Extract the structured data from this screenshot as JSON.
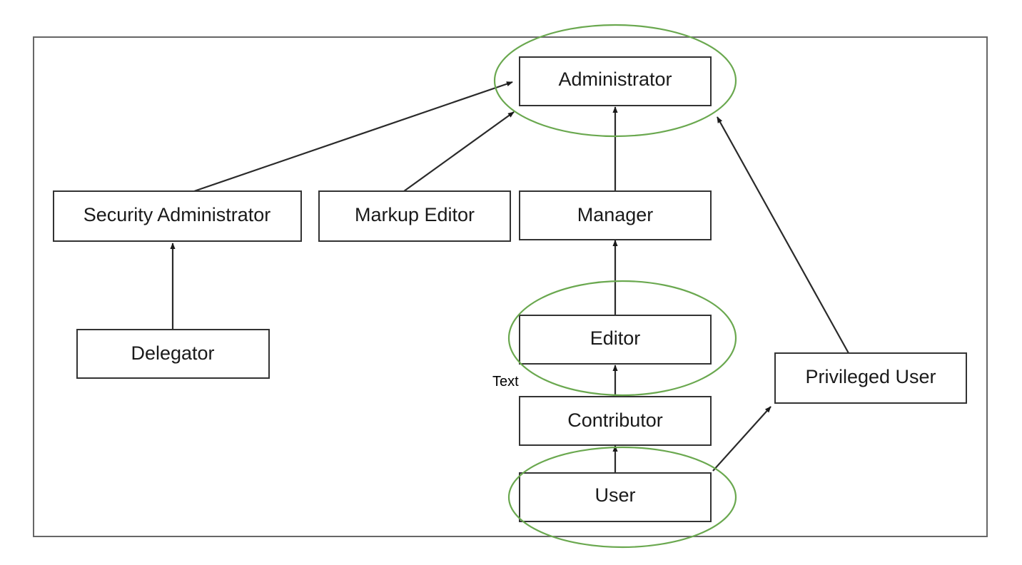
{
  "nodes": {
    "administrator": "Administrator",
    "security_administrator": "Security Administrator",
    "markup_editor": "Markup Editor",
    "manager": "Manager",
    "delegator": "Delegator",
    "editor": "Editor",
    "privileged_user": "Privileged User",
    "contributor": "Contributor",
    "user": "User"
  },
  "annotation": {
    "text": "Text"
  },
  "edges": [
    {
      "from": "security_administrator",
      "to": "administrator"
    },
    {
      "from": "markup_editor",
      "to": "administrator"
    },
    {
      "from": "manager",
      "to": "administrator"
    },
    {
      "from": "privileged_user",
      "to": "administrator"
    },
    {
      "from": "delegator",
      "to": "security_administrator"
    },
    {
      "from": "editor",
      "to": "manager"
    },
    {
      "from": "contributor",
      "to": "editor"
    },
    {
      "from": "user",
      "to": "contributor"
    },
    {
      "from": "user",
      "to": "privileged_user"
    }
  ],
  "highlighted_nodes": [
    "administrator",
    "editor",
    "user"
  ],
  "colors": {
    "highlight": "#6aa84f",
    "edge": "#2a2a2a",
    "node_border": "#333333"
  }
}
